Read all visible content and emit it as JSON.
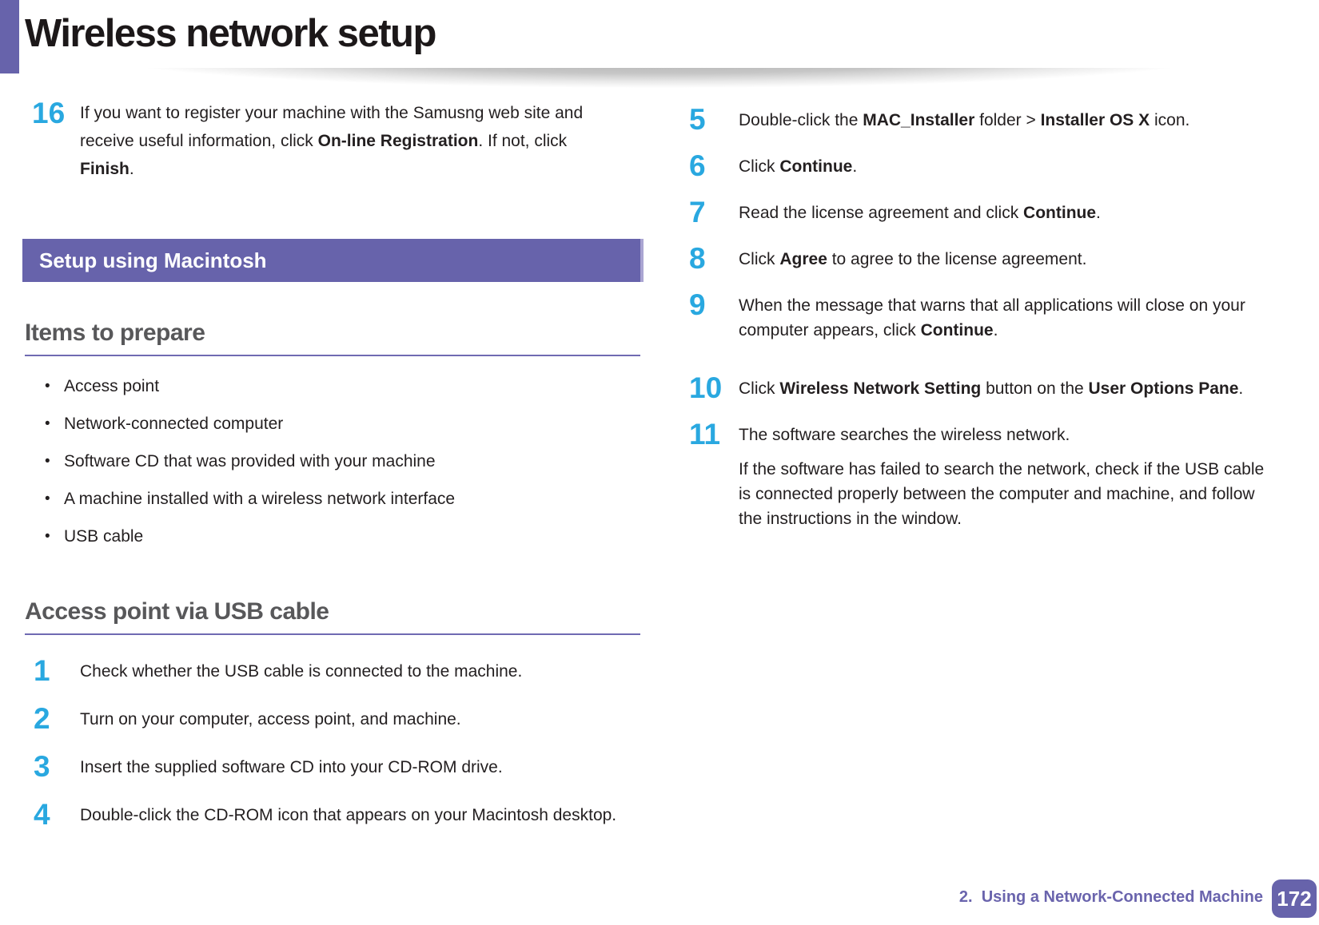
{
  "colors": {
    "accent_purple": "#6763ab",
    "accent_purple_light_edge": "#aaa5d2",
    "step_number_cyan": "#29a8e0",
    "heading_gray": "#58585a",
    "body_text": "#231f20",
    "footer_purple": "#6a64ad"
  },
  "header": {
    "title": "Wireless network setup"
  },
  "intro_step": {
    "number": "16",
    "segments": [
      {
        "t": "If you want to register your machine with the Samusng web site and receive useful information, click "
      },
      {
        "t": "On-line Registration",
        "b": true
      },
      {
        "t": ". If not, click "
      },
      {
        "t": "Finish",
        "b": true
      },
      {
        "t": "."
      }
    ]
  },
  "banner": {
    "label": "Setup using Macintosh"
  },
  "items_section": {
    "heading": "Items to prepare",
    "bullet_glyph": "•",
    "bullets": [
      "Access point",
      "Network-connected computer",
      "Software CD that was provided with your machine",
      "A machine installed with a wireless network interface",
      "USB cable"
    ]
  },
  "access_section": {
    "heading": "Access point via USB cable",
    "steps": [
      {
        "number": "1",
        "segments": [
          {
            "t": "Check whether the USB cable is connected to the machine."
          }
        ]
      },
      {
        "number": "2",
        "segments": [
          {
            "t": "Turn on your computer, access point, and machine."
          }
        ]
      },
      {
        "number": "3",
        "segments": [
          {
            "t": "Insert the supplied software CD into your CD-ROM drive."
          }
        ]
      },
      {
        "number": "4",
        "segments": [
          {
            "t": "Double-click the CD-ROM icon that appears on your Macintosh desktop."
          }
        ]
      }
    ]
  },
  "install_steps": [
    {
      "number": "5",
      "segments": [
        {
          "t": "Double-click the "
        },
        {
          "t": "MAC_Installer",
          "b": true
        },
        {
          "t": " folder > "
        },
        {
          "t": "Installer OS X",
          "b": true
        },
        {
          "t": " icon."
        }
      ]
    },
    {
      "number": "6",
      "segments": [
        {
          "t": "Click "
        },
        {
          "t": "Continue",
          "b": true
        },
        {
          "t": "."
        }
      ]
    },
    {
      "number": "7",
      "segments": [
        {
          "t": "Read the license agreement and click "
        },
        {
          "t": "Continue",
          "b": true
        },
        {
          "t": "."
        }
      ]
    },
    {
      "number": "8",
      "segments": [
        {
          "t": "Click "
        },
        {
          "t": "Agree",
          "b": true
        },
        {
          "t": " to agree to the license agreement."
        }
      ]
    },
    {
      "number": "9",
      "segments": [
        {
          "t": "When the message that warns that all applications will close on your computer appears, click "
        },
        {
          "t": "Continue",
          "b": true
        },
        {
          "t": "."
        }
      ]
    },
    {
      "number": "10",
      "segments": [
        {
          "t": "Click "
        },
        {
          "t": "Wireless Network Setting",
          "b": true
        },
        {
          "t": " button on the "
        },
        {
          "t": "User Options Pane",
          "b": true
        },
        {
          "t": "."
        }
      ]
    },
    {
      "number": "11",
      "segments": [
        {
          "t": "The software searches the wireless network."
        }
      ],
      "note": "If the software has failed to search the network, check if the USB cable is connected properly between the computer and machine, and follow the instructions in the window."
    }
  ],
  "footer": {
    "chapter": "2.  Using a Network-Connected Machine",
    "page_number": "172"
  }
}
